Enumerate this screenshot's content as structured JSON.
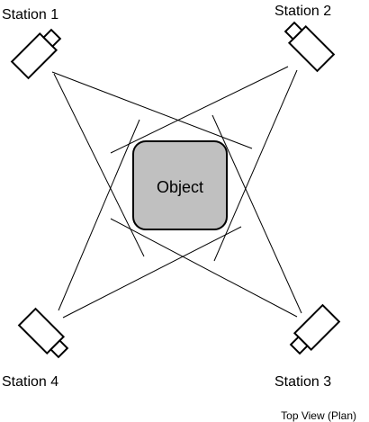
{
  "stations": [
    {
      "id": "station-1",
      "label": "Station 1"
    },
    {
      "id": "station-2",
      "label": "Station 2"
    },
    {
      "id": "station-3",
      "label": "Station 3"
    },
    {
      "id": "station-4",
      "label": "Station 4"
    }
  ],
  "object": {
    "label": "Object",
    "fill": "#c0c0c0"
  },
  "caption": "Top View (Plan)"
}
